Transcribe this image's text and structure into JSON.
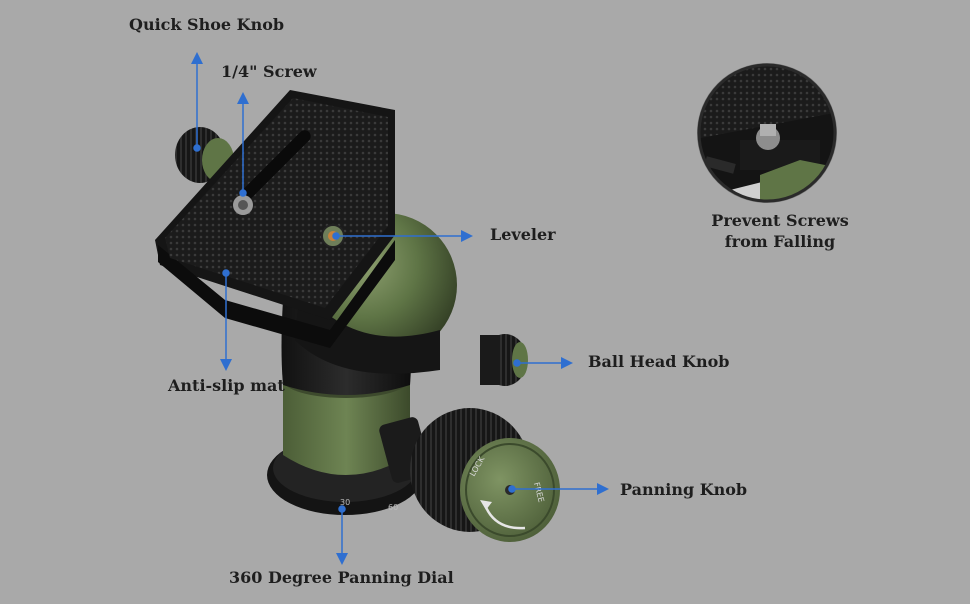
{
  "labels": {
    "quick_shoe_knob": "Quick Shoe Knob",
    "screw": "1/4\" Screw",
    "leveler": "Leveler",
    "anti_slip_mat": "Anti-slip mat",
    "ball_head_knob": "Ball Head Knob",
    "panning_knob": "Panning Knob",
    "panning_dial": "360 Degree Panning Dial"
  },
  "inset": {
    "caption_line1": "Prevent Screws",
    "caption_line2": "from Falling"
  },
  "product_markings": {
    "lock": "LOCK",
    "free": "FREE",
    "dial_30": "30",
    "dial_60": "60"
  },
  "colors": {
    "background": "#a9a9a9",
    "pointer": "#2f6fd0",
    "body_green": "#5f7546",
    "black_metal": "#1c1c1c"
  }
}
